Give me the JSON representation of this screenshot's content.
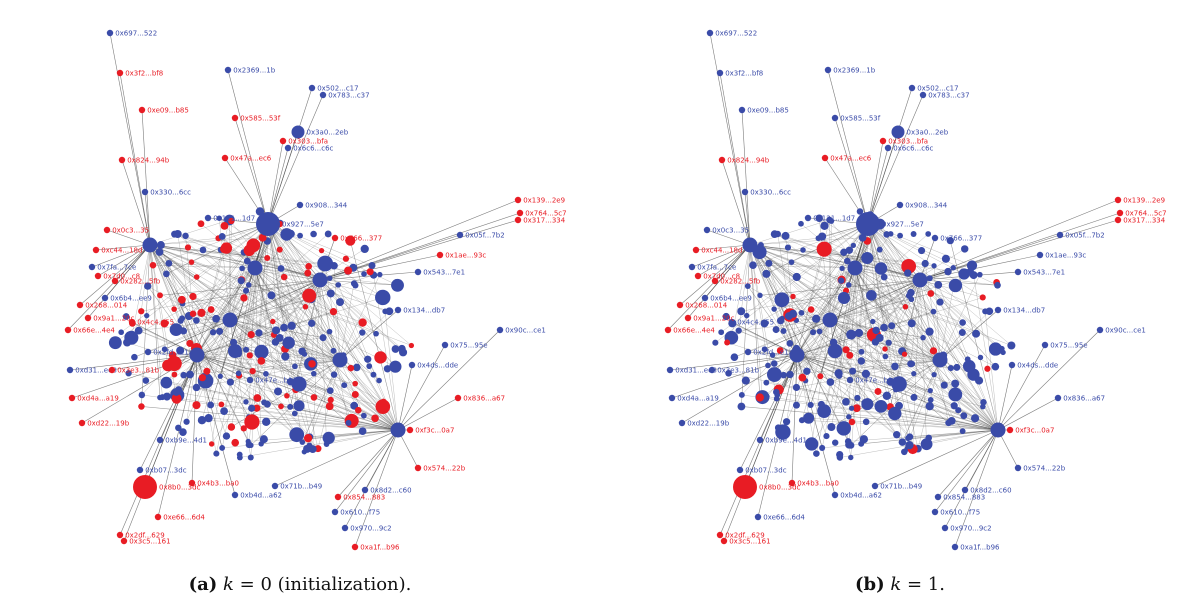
{
  "colors": {
    "blue": "#3a4ba8",
    "red": "#e81c24",
    "edge": "#444444"
  },
  "panels": [
    {
      "id": "a",
      "caption": {
        "tag": "(a)",
        "math": "k",
        "rest": " = 0 (initialization)."
      },
      "nodes": [
        {
          "label": "0x697...522",
          "color": "blue",
          "size": 1
        },
        {
          "label": "0x3f2...bf8",
          "color": "red",
          "size": 1
        },
        {
          "label": "0xe09...b85",
          "color": "red",
          "size": 1
        },
        {
          "label": "0x585...53f",
          "color": "red",
          "size": 1
        },
        {
          "label": "0x2369...1b",
          "color": "blue",
          "size": 1
        },
        {
          "label": "0x502...c17",
          "color": "blue",
          "size": 1
        },
        {
          "label": "0x783...c37",
          "color": "blue",
          "size": 1
        },
        {
          "label": "0x3a0...2eb",
          "color": "blue",
          "size": 2
        },
        {
          "label": "0x303...bfa",
          "color": "red",
          "size": 1
        },
        {
          "label": "0x6c6...c6c",
          "color": "blue",
          "size": 1
        },
        {
          "label": "0x47a...ec6",
          "color": "red",
          "size": 1
        },
        {
          "label": "0x824...94b",
          "color": "red",
          "size": 1
        },
        {
          "label": "0x139...2e9",
          "color": "red",
          "size": 1
        },
        {
          "label": "0x764...5c7",
          "color": "red",
          "size": 1
        },
        {
          "label": "0x317...334",
          "color": "red",
          "size": 1
        },
        {
          "label": "0x908...344",
          "color": "blue",
          "size": 1
        },
        {
          "label": "0x121...1d7",
          "color": "blue",
          "size": 1
        },
        {
          "label": "0x927...5e7",
          "color": "blue",
          "size": 3
        },
        {
          "label": "0x766...377",
          "color": "red",
          "size": 1
        },
        {
          "label": "0x543...7e1",
          "color": "blue",
          "size": 1
        },
        {
          "label": "0x134...db7",
          "color": "blue",
          "size": 1
        },
        {
          "label": "0x268...014",
          "color": "red",
          "size": 1
        },
        {
          "label": "0x4c4...55",
          "color": "red",
          "size": 1
        },
        {
          "label": "0x66e...4e4",
          "color": "red",
          "size": 1
        },
        {
          "label": "0x90c...ce1",
          "color": "blue",
          "size": 1
        },
        {
          "label": "0x75...95e",
          "color": "blue",
          "size": 1
        },
        {
          "label": "0x4ds...dde",
          "color": "blue",
          "size": 1
        },
        {
          "label": "0xd31...ee8",
          "color": "blue",
          "size": 1
        },
        {
          "label": "0x3e3...81b",
          "color": "red",
          "size": 1
        },
        {
          "label": "0xd4a...a19",
          "color": "red",
          "size": 1
        },
        {
          "label": "0xd22...19b",
          "color": "red",
          "size": 1
        },
        {
          "label": "0x836...a67",
          "color": "red",
          "size": 1
        },
        {
          "label": "0x8b0...3dc",
          "color": "red",
          "size": 3
        },
        {
          "label": "0xb07...3dc",
          "color": "blue",
          "size": 1
        },
        {
          "label": "0x4b3...ba0",
          "color": "red",
          "size": 1
        },
        {
          "label": "0xb4d...a62",
          "color": "blue",
          "size": 1
        },
        {
          "label": "0x610...f75",
          "color": "blue",
          "size": 1
        },
        {
          "label": "0x854...883",
          "color": "red",
          "size": 1
        },
        {
          "label": "0x71b...b49",
          "color": "blue",
          "size": 1
        },
        {
          "label": "0x970...9c2",
          "color": "blue",
          "size": 1
        },
        {
          "label": "0xe66...6d4",
          "color": "red",
          "size": 1
        },
        {
          "label": "0x2df...629",
          "color": "red",
          "size": 1
        },
        {
          "label": "0x3c5...161",
          "color": "red",
          "size": 1
        },
        {
          "label": "0xa1f...b96",
          "color": "red",
          "size": 1
        },
        {
          "label": "0x574...22b",
          "color": "red",
          "size": 1
        },
        {
          "label": "0x7fa...7ce",
          "color": "blue",
          "size": 1
        },
        {
          "label": "0x7d0...c8",
          "color": "red",
          "size": 1
        },
        {
          "label": "0x282...5fb",
          "color": "red",
          "size": 1
        },
        {
          "label": "0x0c3...35",
          "color": "red",
          "size": 1
        },
        {
          "label": "0x330...6cc",
          "color": "blue",
          "size": 1
        },
        {
          "label": "0x6b4...ee9",
          "color": "blue",
          "size": 1
        },
        {
          "label": "0x9a1...20c",
          "color": "red",
          "size": 1
        },
        {
          "label": "0x2fd...e1a",
          "color": "blue",
          "size": 1
        },
        {
          "label": "0xc44...18d",
          "color": "red",
          "size": 1
        },
        {
          "label": "0x05f...7b2",
          "color": "blue",
          "size": 1
        },
        {
          "label": "0x1ae...93c",
          "color": "red",
          "size": 1
        },
        {
          "label": "0xb9e...4d1",
          "color": "blue",
          "size": 1
        },
        {
          "label": "0xf3c...0a7",
          "color": "red",
          "size": 1
        },
        {
          "label": "0x8d2...c60",
          "color": "blue",
          "size": 1
        },
        {
          "label": "0x47e...b13",
          "color": "blue",
          "size": 1
        }
      ]
    },
    {
      "id": "b",
      "caption": {
        "tag": "(b)",
        "math": "k",
        "rest": " = 1."
      },
      "nodes": [
        {
          "label": "0x697...522",
          "color": "blue",
          "size": 1
        },
        {
          "label": "0x3f2...bf8",
          "color": "blue",
          "size": 1
        },
        {
          "label": "0xe09...b85",
          "color": "blue",
          "size": 1
        },
        {
          "label": "0x585...53f",
          "color": "blue",
          "size": 1
        },
        {
          "label": "0x2369...1b",
          "color": "blue",
          "size": 1
        },
        {
          "label": "0x502...c17",
          "color": "blue",
          "size": 1
        },
        {
          "label": "0x783...c37",
          "color": "blue",
          "size": 1
        },
        {
          "label": "0x3a0...2eb",
          "color": "blue",
          "size": 2
        },
        {
          "label": "0x303...bfa",
          "color": "red",
          "size": 1
        },
        {
          "label": "0x6c6...c6c",
          "color": "blue",
          "size": 1
        },
        {
          "label": "0x47a...ec6",
          "color": "red",
          "size": 1
        },
        {
          "label": "0x824...94b",
          "color": "red",
          "size": 1
        },
        {
          "label": "0x139...2e9",
          "color": "red",
          "size": 1
        },
        {
          "label": "0x764...5c7",
          "color": "red",
          "size": 1
        },
        {
          "label": "0x317...334",
          "color": "red",
          "size": 1
        },
        {
          "label": "0x908...344",
          "color": "blue",
          "size": 1
        },
        {
          "label": "0x121...1d7",
          "color": "blue",
          "size": 1
        },
        {
          "label": "0x927...5e7",
          "color": "blue",
          "size": 3
        },
        {
          "label": "0x766...377",
          "color": "blue",
          "size": 1
        },
        {
          "label": "0x543...7e1",
          "color": "blue",
          "size": 1
        },
        {
          "label": "0x134...db7",
          "color": "blue",
          "size": 1
        },
        {
          "label": "0x268...014",
          "color": "red",
          "size": 1
        },
        {
          "label": "0x4c4...55",
          "color": "blue",
          "size": 1
        },
        {
          "label": "0x66e...4e4",
          "color": "red",
          "size": 1
        },
        {
          "label": "0x90c...ce1",
          "color": "blue",
          "size": 1
        },
        {
          "label": "0x75...95e",
          "color": "blue",
          "size": 1
        },
        {
          "label": "0x4ds...dde",
          "color": "blue",
          "size": 1
        },
        {
          "label": "0xd31...ee8",
          "color": "blue",
          "size": 1
        },
        {
          "label": "0x3e3...81b",
          "color": "blue",
          "size": 1
        },
        {
          "label": "0xd4a...a19",
          "color": "blue",
          "size": 1
        },
        {
          "label": "0xd22...19b",
          "color": "blue",
          "size": 1
        },
        {
          "label": "0x836...a67",
          "color": "blue",
          "size": 1
        },
        {
          "label": "0x8b0...3dc",
          "color": "red",
          "size": 3
        },
        {
          "label": "0xb07...3dc",
          "color": "blue",
          "size": 1
        },
        {
          "label": "0x4b3...ba0",
          "color": "red",
          "size": 1
        },
        {
          "label": "0xb4d...a62",
          "color": "blue",
          "size": 1
        },
        {
          "label": "0x610...f75",
          "color": "blue",
          "size": 1
        },
        {
          "label": "0x854...883",
          "color": "blue",
          "size": 1
        },
        {
          "label": "0x71b...b49",
          "color": "blue",
          "size": 1
        },
        {
          "label": "0x970...9c2",
          "color": "blue",
          "size": 1
        },
        {
          "label": "0xe66...6d4",
          "color": "blue",
          "size": 1
        },
        {
          "label": "0x2df...629",
          "color": "red",
          "size": 1
        },
        {
          "label": "0x3c5...161",
          "color": "red",
          "size": 1
        },
        {
          "label": "0xa1f...b96",
          "color": "blue",
          "size": 1
        },
        {
          "label": "0x574...22b",
          "color": "blue",
          "size": 1
        },
        {
          "label": "0x7fa...7ce",
          "color": "blue",
          "size": 1
        },
        {
          "label": "0x7d0...c8",
          "color": "red",
          "size": 1
        },
        {
          "label": "0x282...5fb",
          "color": "red",
          "size": 1
        },
        {
          "label": "0x0c3...35",
          "color": "blue",
          "size": 1
        },
        {
          "label": "0x330...6cc",
          "color": "blue",
          "size": 1
        },
        {
          "label": "0x6b4...ee9",
          "color": "blue",
          "size": 1
        },
        {
          "label": "0x9a1...20c",
          "color": "red",
          "size": 1
        },
        {
          "label": "0x2fd...e1a",
          "color": "blue",
          "size": 1
        },
        {
          "label": "0xc44...18d",
          "color": "red",
          "size": 1
        },
        {
          "label": "0x05f...7b2",
          "color": "blue",
          "size": 1
        },
        {
          "label": "0x1ae...93c",
          "color": "blue",
          "size": 1
        },
        {
          "label": "0xb9e...4d1",
          "color": "blue",
          "size": 1
        },
        {
          "label": "0xf3c...0a7",
          "color": "red",
          "size": 1
        },
        {
          "label": "0x8d2...c60",
          "color": "blue",
          "size": 1
        },
        {
          "label": "0x47e...b13",
          "color": "blue",
          "size": 1
        }
      ]
    }
  ]
}
